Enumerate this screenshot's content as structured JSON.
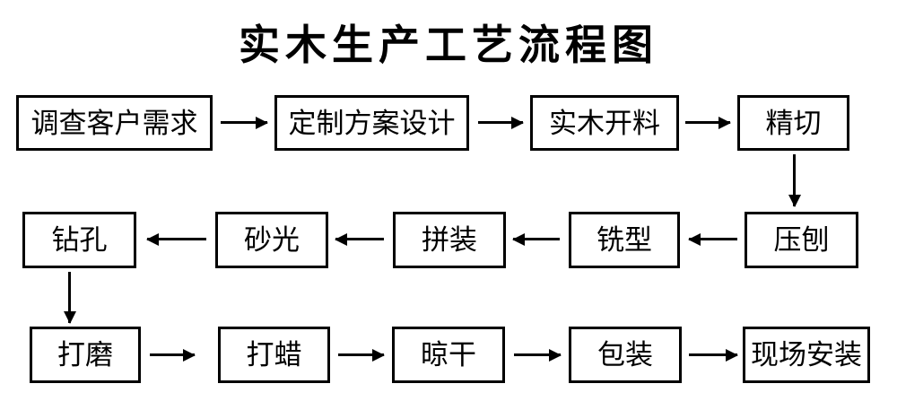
{
  "title": "实木生产工艺流程图",
  "colors": {
    "border": "#000000",
    "background": "#ffffff",
    "text": "#000000"
  },
  "flowchart": {
    "nodes": [
      {
        "id": "survey-customer-needs",
        "label": "调查客户需求"
      },
      {
        "id": "custom-design",
        "label": "定制方案设计"
      },
      {
        "id": "wood-cutting",
        "label": "实木开料"
      },
      {
        "id": "fine-cutting",
        "label": "精切"
      },
      {
        "id": "planing",
        "label": "压刨"
      },
      {
        "id": "milling",
        "label": "铣型"
      },
      {
        "id": "assembly",
        "label": "拼装"
      },
      {
        "id": "sanding",
        "label": "砂光"
      },
      {
        "id": "drilling",
        "label": "钻孔"
      },
      {
        "id": "polishing",
        "label": "打磨"
      },
      {
        "id": "waxing",
        "label": "打蜡"
      },
      {
        "id": "drying",
        "label": "晾干"
      },
      {
        "id": "packaging",
        "label": "包装"
      },
      {
        "id": "onsite-installation",
        "label": "现场安装"
      }
    ],
    "connections": [
      {
        "from": "调查客户需求",
        "to": "定制方案设计",
        "direction": "right"
      },
      {
        "from": "定制方案设计",
        "to": "实木开料",
        "direction": "right"
      },
      {
        "from": "实木开料",
        "to": "精切",
        "direction": "right"
      },
      {
        "from": "精切",
        "to": "压刨",
        "direction": "down"
      },
      {
        "from": "压刨",
        "to": "铣型",
        "direction": "left"
      },
      {
        "from": "铣型",
        "to": "拼装",
        "direction": "left"
      },
      {
        "from": "拼装",
        "to": "砂光",
        "direction": "left"
      },
      {
        "from": "砂光",
        "to": "钻孔",
        "direction": "left"
      },
      {
        "from": "钻孔",
        "to": "打磨",
        "direction": "down"
      },
      {
        "from": "打磨",
        "to": "打蜡",
        "direction": "right"
      },
      {
        "from": "打蜡",
        "to": "晾干",
        "direction": "right"
      },
      {
        "from": "晾干",
        "to": "包装",
        "direction": "right"
      },
      {
        "from": "包装",
        "to": "现场安装",
        "direction": "right"
      }
    ]
  }
}
